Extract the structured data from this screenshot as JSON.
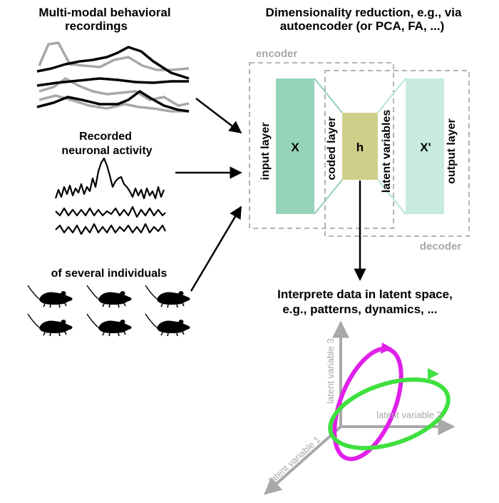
{
  "titles": {
    "left_line1": "Multi-modal behavioral",
    "left_line2": "recordings",
    "right_line1": "Dimensionality reduction, e.g., via",
    "right_line2": "autoencoder (or PCA, FA, ...)"
  },
  "neuronal": {
    "line1": "Recorded",
    "line2": "neuronal activity"
  },
  "individuals": {
    "label": "of several individuals",
    "mouse_count": 6
  },
  "autoencoder": {
    "encoder_label": "encoder",
    "decoder_label": "decoder",
    "input_layer": "input layer",
    "coded_layer": "coded layer",
    "latent_variables": "latent variables",
    "output_layer": "output layer",
    "x_label": "X",
    "h_label": "h",
    "xprime_label": "X'"
  },
  "interpret": {
    "line1": "Interprete data in latent space,",
    "line2": "e.g., patterns, dynamics, ..."
  },
  "latent_plot": {
    "axis1": "latent variable 1",
    "axis2": "latent variable 2",
    "axis3": "latent variable 3"
  },
  "colors": {
    "input_layer": "#96d4ba",
    "coded_layer": "#cfcf8c",
    "output_layer": "#c7ebdc",
    "dashed_box": "#b4b4b4",
    "axis_gray": "#a8a8a8",
    "trajectory_magenta": "#e020e8",
    "trajectory_green": "#3fe03f",
    "trace_gray": "#a8a8a8",
    "trace_black": "#000000"
  }
}
